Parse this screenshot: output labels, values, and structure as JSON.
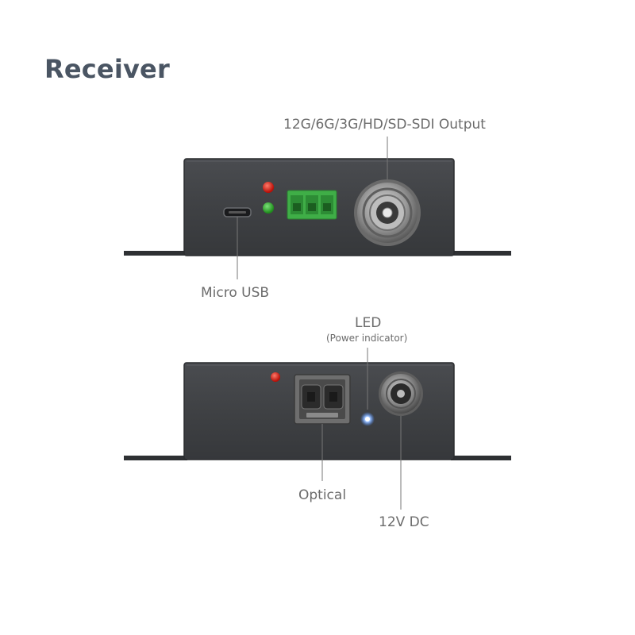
{
  "title": "Receiver",
  "front_panel": {
    "callouts": {
      "sdi_output": "12G/6G/3G/HD/SD-SDI Output",
      "micro_usb": "Micro USB"
    },
    "led_colors": {
      "top": "#e01b12",
      "bottom": "#2fb52a"
    },
    "terminal_color": "#3fae47"
  },
  "rear_panel": {
    "callouts": {
      "led": "LED",
      "led_sub": "(Power indicator)",
      "optical": "Optical",
      "dc": "12V DC"
    },
    "led_colors": {
      "red": "#d01a10",
      "power": "#4a8cff"
    }
  }
}
